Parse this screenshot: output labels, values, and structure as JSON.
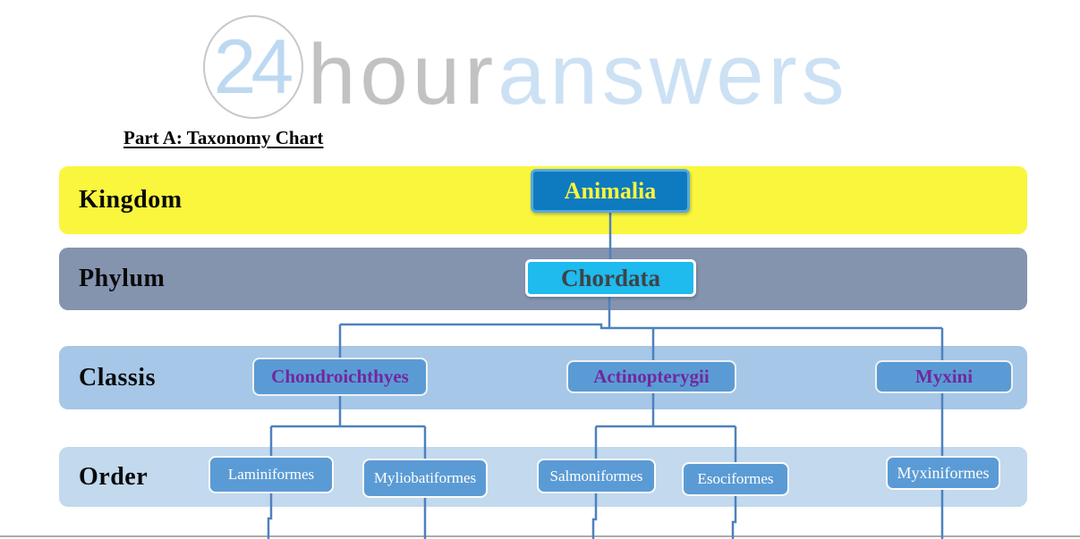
{
  "logo": {
    "circle_text": "24",
    "word_hour": "hour",
    "word_answers": "answers"
  },
  "heading": "Part A: Taxonomy Chart",
  "taxonomy": {
    "levels": [
      {
        "label": "Kingdom",
        "nodes": [
          {
            "label": "Animalia"
          }
        ]
      },
      {
        "label": "Phylum",
        "nodes": [
          {
            "label": "Chordata"
          }
        ]
      },
      {
        "label": "Classis",
        "nodes": [
          {
            "label": "Chondroichthyes"
          },
          {
            "label": "Actinopterygii"
          },
          {
            "label": "Myxini"
          }
        ]
      },
      {
        "label": "Order",
        "nodes": [
          {
            "label": "Laminiformes"
          },
          {
            "label": "Myliobatiformes"
          },
          {
            "label": "Salmoniformes"
          },
          {
            "label": "Esociformes"
          },
          {
            "label": "Myxiniformes"
          }
        ]
      }
    ],
    "edges": [
      {
        "from": "Animalia",
        "to": "Chordata"
      },
      {
        "from": "Chordata",
        "to": "Chondroichthyes"
      },
      {
        "from": "Chordata",
        "to": "Actinopterygii"
      },
      {
        "from": "Chordata",
        "to": "Myxini"
      },
      {
        "from": "Chondroichthyes",
        "to": "Laminiformes"
      },
      {
        "from": "Chondroichthyes",
        "to": "Myliobatiformes"
      },
      {
        "from": "Actinopterygii",
        "to": "Salmoniformes"
      },
      {
        "from": "Actinopterygii",
        "to": "Esociformes"
      },
      {
        "from": "Myxini",
        "to": "Myxiniformes"
      }
    ]
  },
  "colors": {
    "row-kingdom": "#FAF63D",
    "row-phylum": "#8494AF",
    "row-classis": "#A6C7E7",
    "row-order": "#C2D9EE",
    "node-blue": "#5B9BD5",
    "node-animalia": "#0E7BC0",
    "node-animalia-border": "#56AADE",
    "node-chordata": "#1FBAEE",
    "text-animalia": "#FBF53C",
    "text-chordata": "#3F4345",
    "text-class": "#71289D",
    "connector": "#4E81BD",
    "logo-gray": "#C2C2C2",
    "logo-blue": "#BDD9F1",
    "logo-pale": "#CCE1F4",
    "divider": "#ABABAB"
  }
}
